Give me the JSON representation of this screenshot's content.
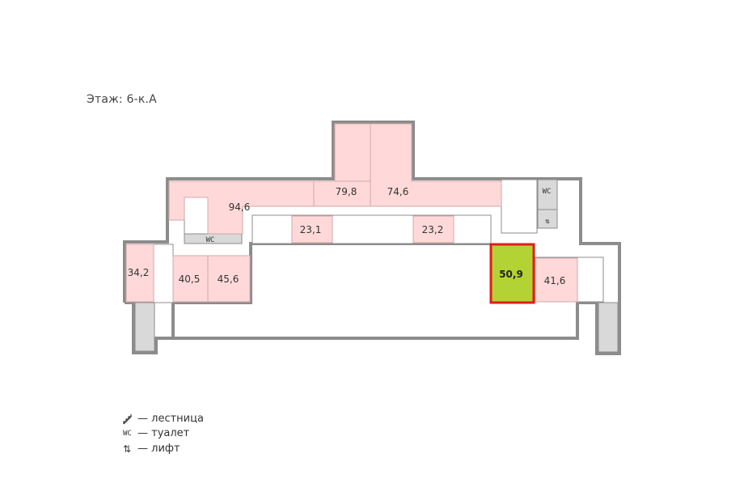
{
  "floor": {
    "title": "Этаж: 6-к.А"
  },
  "colors": {
    "available": "#ffd9d9",
    "selected": "#b3d334",
    "selected_border": "#e01b1b",
    "wall": "#8c8c8c",
    "service": "#d9d9d9"
  },
  "rooms": [
    {
      "id": "r94",
      "area": "94,6",
      "status": "available"
    },
    {
      "id": "r798",
      "area": "79,8",
      "status": "available"
    },
    {
      "id": "r746",
      "area": "74,6",
      "status": "available"
    },
    {
      "id": "r231",
      "area": "23,1",
      "status": "available"
    },
    {
      "id": "r232",
      "area": "23,2",
      "status": "available"
    },
    {
      "id": "r342",
      "area": "34,2",
      "status": "available"
    },
    {
      "id": "r405",
      "area": "40,5",
      "status": "available"
    },
    {
      "id": "r456",
      "area": "45,6",
      "status": "available"
    },
    {
      "id": "r509",
      "area": "50,9",
      "status": "selected"
    },
    {
      "id": "r416",
      "area": "41,6",
      "status": "available"
    }
  ],
  "symbols": {
    "wc": "WC",
    "lift": "⇅"
  },
  "legend": [
    {
      "icon": "stairs-icon",
      "label": "— лестница"
    },
    {
      "icon": "wc-icon",
      "label": "— туалет"
    },
    {
      "icon": "lift-icon",
      "label": "— лифт"
    }
  ]
}
